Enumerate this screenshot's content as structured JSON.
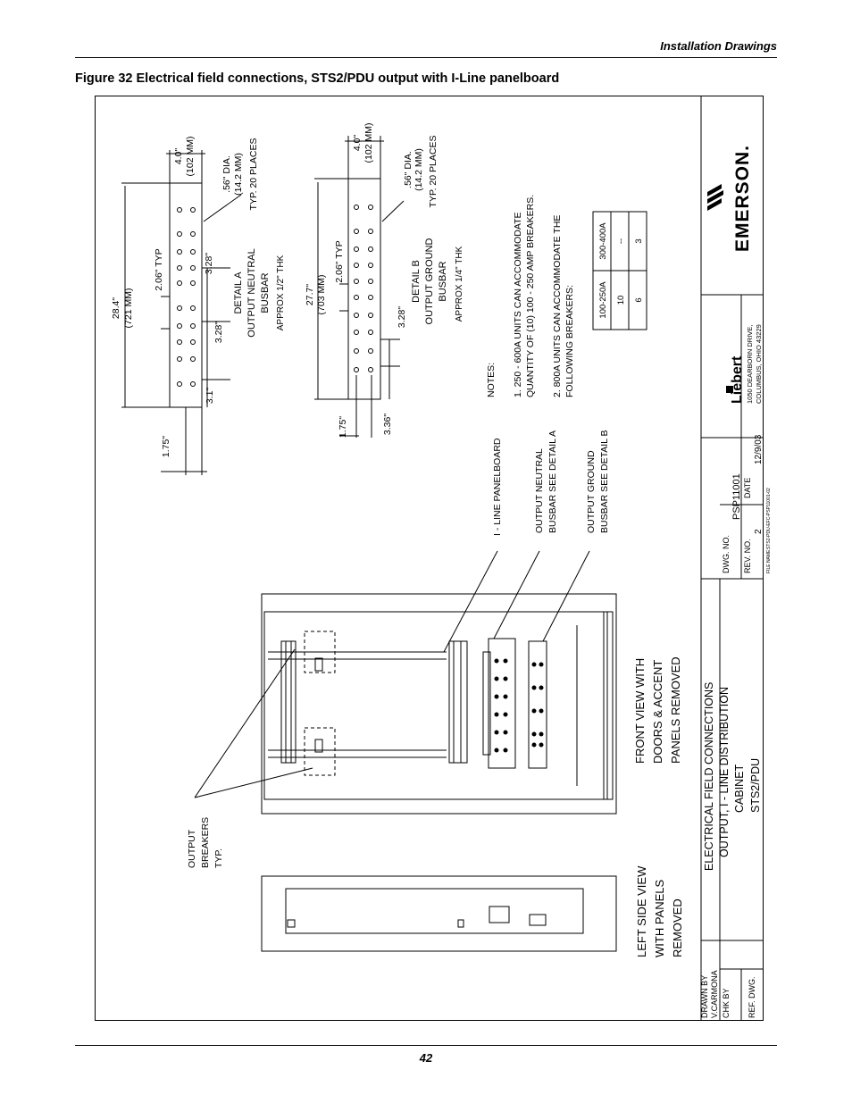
{
  "header": {
    "section": "Installation Drawings"
  },
  "figure": {
    "title": "Figure 32  Electrical field connections, STS2/PDU output with I-Line panelboard"
  },
  "detail_a": {
    "dim_28": "28.4\"",
    "dim_28_mm": "(721 MM)",
    "dim_4": "4.0\"",
    "dim_4_mm": "(102 MM)",
    "dia": ".56\" DIA.",
    "dia_mm": "(14.2 MM)",
    "places": "TYP. 20 PLACES",
    "dim_206": "2.06\" TYP",
    "dim_328a": "3.28\"",
    "dim_328b": "3.28\"",
    "dim_31": "3.1\"",
    "dim_175": "1.75\"",
    "label1": "DETAIL A",
    "label2": "OUTPUT NEUTRAL",
    "label3": "BUSBAR",
    "label4": "APPROX 1/2\" THK"
  },
  "detail_b": {
    "dim_277": "27.7\"",
    "dim_277_mm": "(703 MM)",
    "dim_4": "4.0\"",
    "dim_4_mm": "(102 MM)",
    "dia": ".56\" DIA.",
    "dia_mm": "(14.2 MM)",
    "places": "TYP. 20 PLACES",
    "dim_206": "2.06\" TYP",
    "dim_328": "3.28\"",
    "dim_336": "3.36\"",
    "dim_175": "1.75\"",
    "label1": "DETAIL B",
    "label2": "OUTPUT GROUND",
    "label3": "BUSBAR",
    "label4": "APPROX 1/4\" THK"
  },
  "notes": {
    "heading": "NOTES:",
    "n1a": "1. 250 - 600A UNITS CAN ACCOMMODATE",
    "n1b": "QUANTITY OF (10) 100 - 250 AMP BREAKERS.",
    "n2a": "2. 800A UNITS CAN ACCOMMODATE THE",
    "n2b": "FOLLOWING BREAKERS:",
    "table": {
      "h1": "100-250A",
      "h2": "300-400A",
      "r1c1": "10",
      "r1c2": "--",
      "r2c1": "6",
      "r2c2": "3"
    }
  },
  "callouts": {
    "panelboard": "I - LINE PANELBOARD",
    "neutral1": "OUTPUT NEUTRAL",
    "neutral2": "BUSBAR SEE DETAIL A",
    "ground1": "OUTPUT GROUND",
    "ground2": "BUSBAR SEE DETAIL B",
    "breakers1": "OUTPUT",
    "breakers2": "BREAKERS",
    "breakers3": "TYP."
  },
  "views": {
    "front1": "FRONT VIEW WITH",
    "front2": "DOORS & ACCENT",
    "front3": "PANELS REMOVED",
    "left1": "LEFT SIDE VIEW",
    "left2": "WITH PANELS",
    "left3": "REMOVED"
  },
  "title_block": {
    "title1": "ELECTRICAL FIELD CONNECTIONS",
    "title2": "OUTPUT, I - LINE DISTRIBUTION",
    "title3": "CABINET",
    "title4": "STS2/PDU",
    "dwg_label": "DWG. NO.",
    "dwg_no": "PSP11001",
    "rev_label": "REV. NO.",
    "rev_no": "2",
    "date_label": "DATE",
    "date": "12/9/03",
    "file_label": "FILE NAME:",
    "file_name": "STS2-PDU-EFC-PSP11001-02",
    "drawn_label": "DRAWN BY",
    "drawn_by": "V.CARMONA",
    "chk_label": "CHK BY",
    "ref_label": "REF. DWG.",
    "liebert": "Liebert",
    "addr1": "1050 DEARBORN DRIVE,",
    "addr2": "COLUMBUS, OHIO 43229",
    "emerson": "EMERSON."
  },
  "footer": {
    "page": "42"
  }
}
